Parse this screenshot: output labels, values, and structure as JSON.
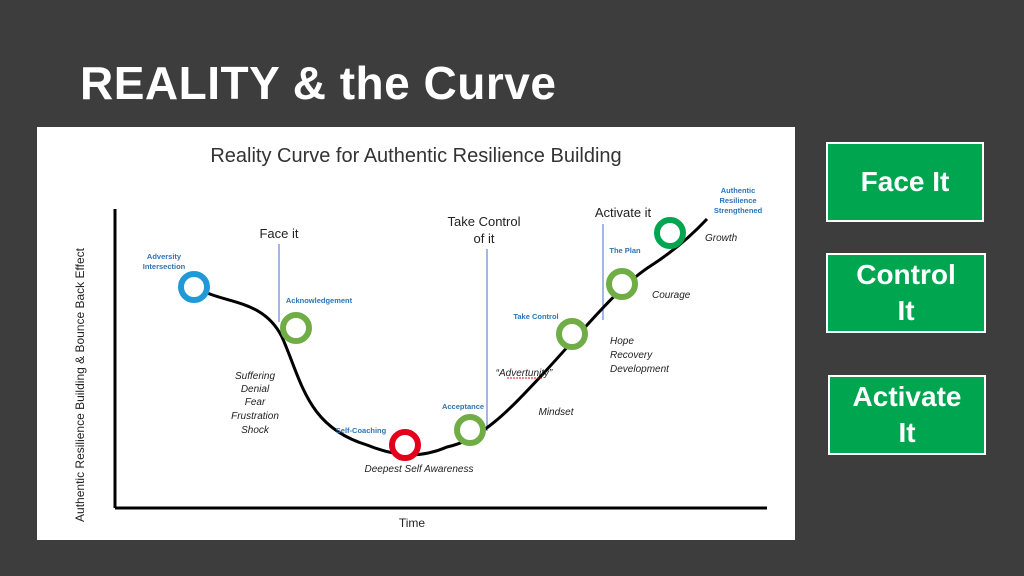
{
  "slide": {
    "title": "REALITY & the Curve"
  },
  "diagram": {
    "title": "Reality Curve for Authentic Resilience Building",
    "x_axis_label": "Time",
    "y_axis_label": "Authentic Resilience Building & Bounce Back Effect",
    "stages": {
      "face": "Face it",
      "control_line1": "Take Control",
      "control_line2": "of it",
      "activate": "Activate it"
    },
    "milestones": {
      "adversity_line1": "Adversity",
      "adversity_line2": "Intersection",
      "acknowledgement": "Acknowledgement",
      "self_coaching": "Self-Coaching",
      "acceptance": "Acceptance",
      "take_control": "Take Control",
      "the_plan": "The Plan",
      "strengthened_line1": "Authentic",
      "strengthened_line2": "Resilience",
      "strengthened_line3": "Strengthened"
    },
    "notes": {
      "suffering": "Suffering",
      "denial": "Denial",
      "fear": "Fear",
      "frustration": "Frustration",
      "shock": "Shock",
      "deepest": "Deepest Self Awareness",
      "advertunity": "“Advertunity”",
      "mindset": "Mindset",
      "hope": "Hope",
      "recovery": "Recovery",
      "development": "Development",
      "courage": "Courage",
      "growth": "Growth"
    },
    "colors": {
      "blue_ring": "#1f9ad6",
      "green_light": "#70ad47",
      "green_dark": "#00a550",
      "red_ring": "#e3001b",
      "stage_line": "#4472c4"
    }
  },
  "buttons": {
    "face": "Face It",
    "control_line1": "Control",
    "control_line2": "It",
    "activate_line1": "Activate",
    "activate_line2": "It"
  }
}
